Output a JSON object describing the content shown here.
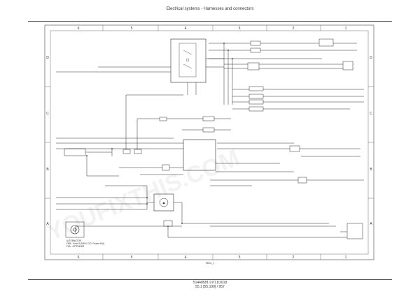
{
  "header": {
    "title": "Electrical systems - Harnesses and connectors"
  },
  "footer": {
    "doc_date": "51448581 07/11/2018",
    "page_ref": "55.1 [55.100] / 957"
  },
  "border": {
    "columns": [
      "6",
      "5",
      "4",
      "3",
      "2",
      "1"
    ],
    "rows": [
      "D",
      "C",
      "B",
      "A"
    ]
  },
  "diagram": {
    "sheet_ref": "SMCL_1",
    "component_label": "ALTERNATOR",
    "component_lines": [
      "FM5 - Fuse 5 (SW & CIG. Power 40A)",
      "FA5 - ATTENUER"
    ]
  },
  "watermark": {
    "text": "YOUFIXTHIS.COM"
  }
}
